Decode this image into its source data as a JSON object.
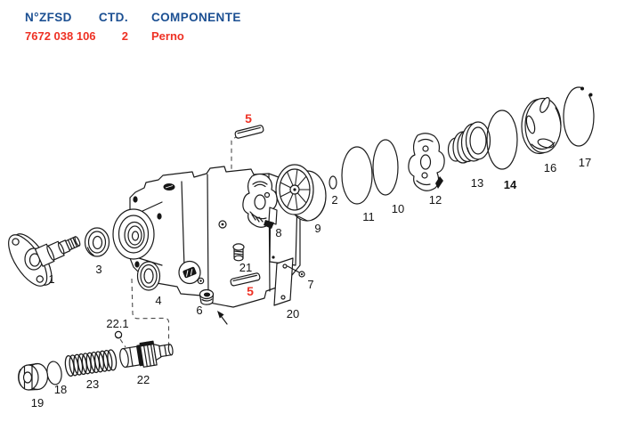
{
  "colors": {
    "header_blue": "#1b4f92",
    "highlight_red": "#ee3124",
    "line_black": "#1a1a1a"
  },
  "header": {
    "col_part_no": "N°ZFSD",
    "col_qty": "CTD.",
    "col_component": "COMPONENTE",
    "value_part_no": "7672 038 106",
    "value_qty": "2",
    "value_component": "Perno"
  },
  "diagram": {
    "description": "exploded-view parts diagram of a vane pump assembly",
    "highlighted_component_number": "5",
    "callouts": {
      "c1": "1",
      "c2": "2",
      "c3": "3",
      "c4": "4",
      "c5_top": "5",
      "c5_bottom": "5",
      "c6": "6",
      "c7": "7",
      "c8": "8",
      "c9": "9",
      "c10": "10",
      "c11": "11",
      "c12": "12",
      "c13": "13",
      "c14": "14",
      "c16": "16",
      "c17": "17",
      "c18": "18",
      "c19": "19",
      "c20": "20",
      "c21": "21",
      "c22": "22",
      "c22_1": "22.1",
      "c23": "23"
    }
  }
}
